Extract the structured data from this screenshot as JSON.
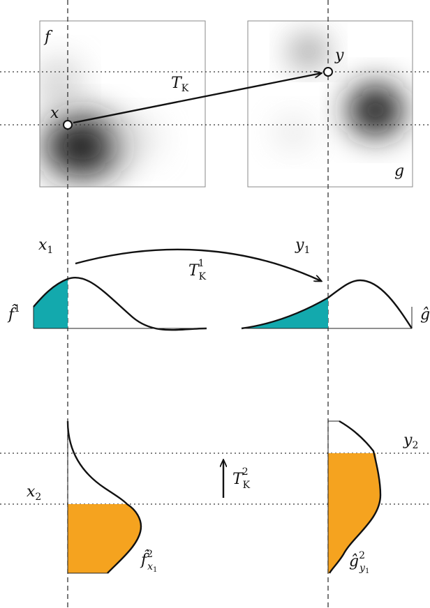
{
  "labels": {
    "f": "f",
    "g": "g",
    "x": "x",
    "y": "y",
    "T": "T",
    "K": "K",
    "x1": "x",
    "x1_sub": "1",
    "y1": "y",
    "y1_sub": "1",
    "T1_sup": "1",
    "f_hat": "f̂",
    "f_hat_sup": "1",
    "g_hat": "ĝ",
    "T2_sup": "2",
    "x2": "x",
    "x2_sub": "2",
    "y2": "y",
    "y2_sub": "2",
    "f_hat_x1": "f̂",
    "f_hat_x1_sup": "2",
    "f_hat_x1_sub": "x",
    "f_hat_x1_subsub": "1",
    "g_hat_y1": "ĝ",
    "g_hat_y1_sup": "2",
    "g_hat_y1_sub": "y",
    "g_hat_y1_subsub": "1"
  },
  "colors": {
    "teal": "#13a9ad",
    "orange": "#f5a31f",
    "ink": "#111111",
    "frame": "#888888"
  }
}
